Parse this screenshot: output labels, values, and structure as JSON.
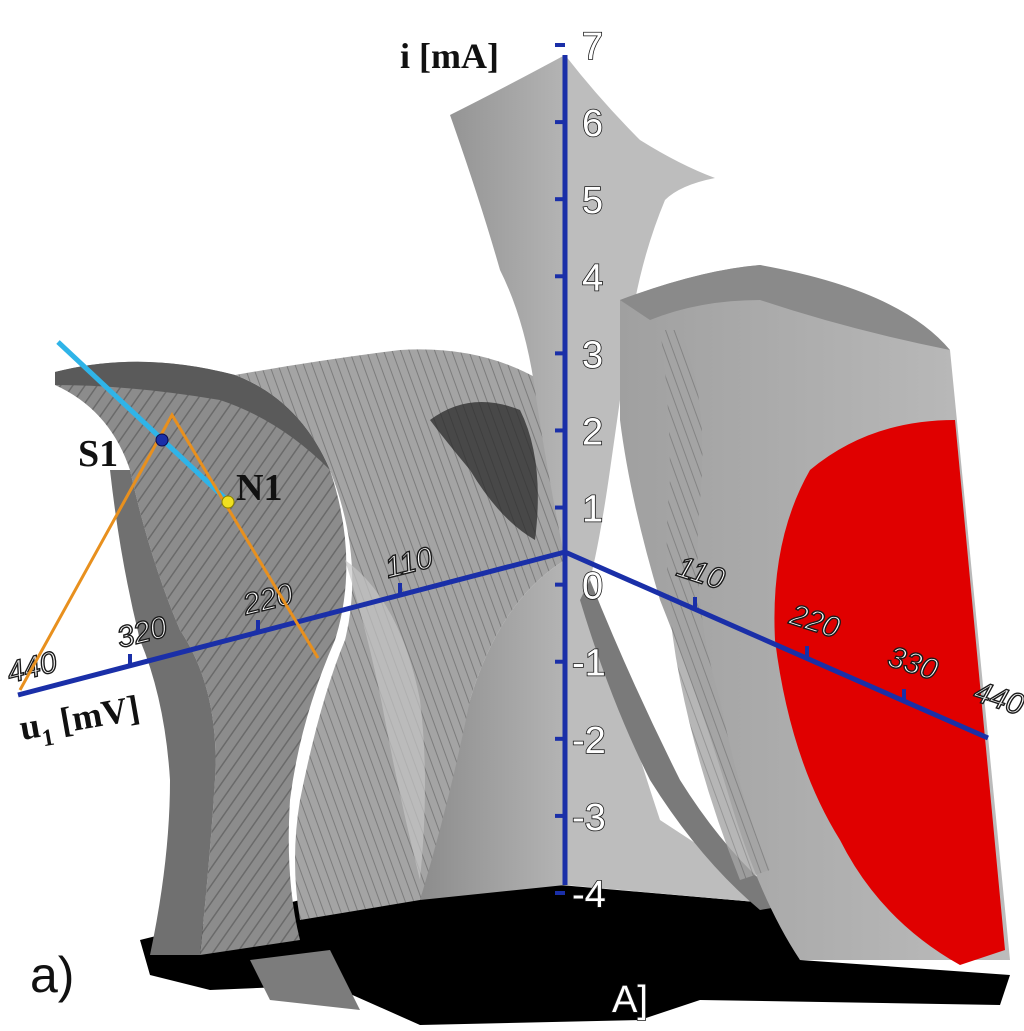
{
  "panel_label": "a)",
  "axes": {
    "i": {
      "title": "i [mA]",
      "ticks": [
        "7",
        "6",
        "5",
        "4",
        "3",
        "2",
        "1",
        "0",
        "-1",
        "-2",
        "-3",
        "-4"
      ]
    },
    "u1": {
      "title_main": "u",
      "title_sub": "1",
      "title_unit": " [mV]",
      "ticks": [
        "110",
        "220",
        "320",
        "440"
      ]
    },
    "u2": {
      "title_main": "u",
      "title_sub": "2",
      "title_unit": " [mV]",
      "ticks": [
        "110",
        "220",
        "330",
        "440"
      ]
    }
  },
  "points": {
    "s1": "S1",
    "n1": "N1"
  },
  "partial_label": "A]",
  "colors": {
    "axis": "#1a2fa8",
    "surface": "#9a9a9a",
    "surface_dark": "#6e6e6e",
    "shadow": "#000000",
    "red_region": "#e00000",
    "cyan_line": "#2fb4e8",
    "orange_line": "#e8901e",
    "point_s1": "#1a2fa8",
    "point_n1": "#f0e020"
  }
}
